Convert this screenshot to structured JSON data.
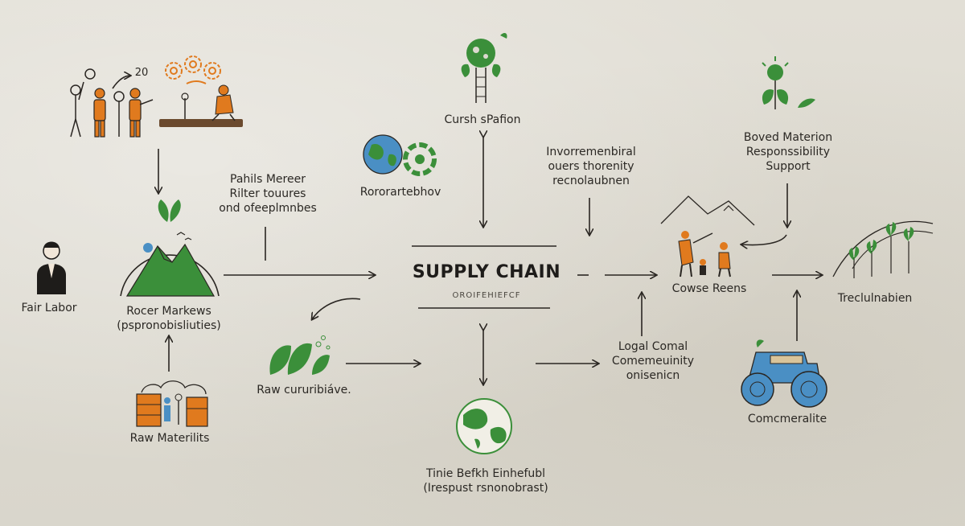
{
  "center": {
    "title": "SUPPLY CHAIN",
    "subtitle": "OROIFEHIEFCF"
  },
  "nodes": {
    "left_top_number": "20",
    "fair_labor": "Fair Labor",
    "rocer_markews": "Rocer Markews\n(pspronobisliuties)",
    "raw_materilits": "Raw Materilits",
    "pahils_mereer": "Pahils Mereer\nRilter touures\nond ofeeplmnbes",
    "rororartebhov": "Rororartebhov",
    "raw_cururibiave": "Raw cururibiáve.",
    "cursh_spafion": "Cursh sPafion",
    "tinie_befkh": "Tinie Befkh Einhefubl\n(Irespust rsnonobrast)",
    "invorremenbiral": "Invorremenbiral\nouers thorenity\nrecnolaubnen",
    "logal_comal": "Logal Comal\nComemeuinity\nonisenicn",
    "boved_materion": "Boved Materion\nResponssibility\nSupport",
    "cowse_reens": "Cowse Reens",
    "treclulnabien": "Treclulnabien",
    "comcmeralite": "Comcmeralite"
  },
  "colors": {
    "green": "#3b8f3a",
    "orange": "#e07a1e",
    "blue": "#4a8fc4",
    "ink": "#2a2622"
  }
}
